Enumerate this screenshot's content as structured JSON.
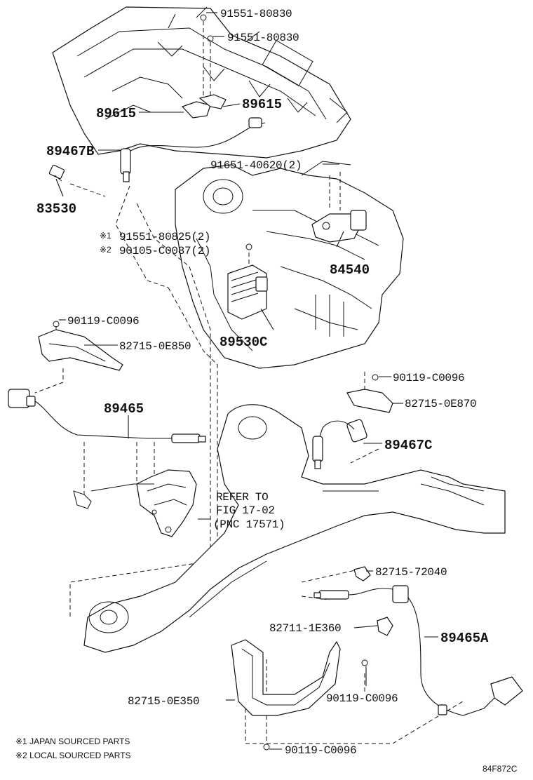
{
  "labels": {
    "bolt_top_1": "91551-80830",
    "bolt_top_2": "91551-80830",
    "bracket_left": "89615",
    "bracket_right": "89615",
    "sensor_b": "89467B",
    "bolt_40620": "91651-40620(2)",
    "switch_83530": "83530",
    "note1_bolt": "91551-80825(2)",
    "note2_bolt": "90105-C0087(2)",
    "switch_84540": "84540",
    "ecu_89530c": "89530C",
    "bolt_left_0096": "90119-C0096",
    "bracket_0e850": "82715-0E850",
    "bolt_right_0096": "90119-C0096",
    "bracket_0e870": "82715-0E870",
    "sensor_89465": "89465",
    "sensor_c": "89467C",
    "refer_line1": "REFER TO",
    "refer_line2": "FIG 17-02",
    "refer_line3": "(PNC 17571)",
    "clamp_72040": "82715-72040",
    "clamp_1e360": "82711-1E360",
    "sensor_a": "89465A",
    "bolt_lower_0096": "90119-C0096",
    "bracket_0e350": "82715-0E350",
    "bolt_bottom_0096": "90119-C0096",
    "mark_1": "※1",
    "mark_2": "※2"
  },
  "notes": {
    "note1": "※1 JAPAN SOURCED PARTS",
    "note2": "※2 LOCAL SOURCED PARTS"
  },
  "figure_code": "84F872C"
}
